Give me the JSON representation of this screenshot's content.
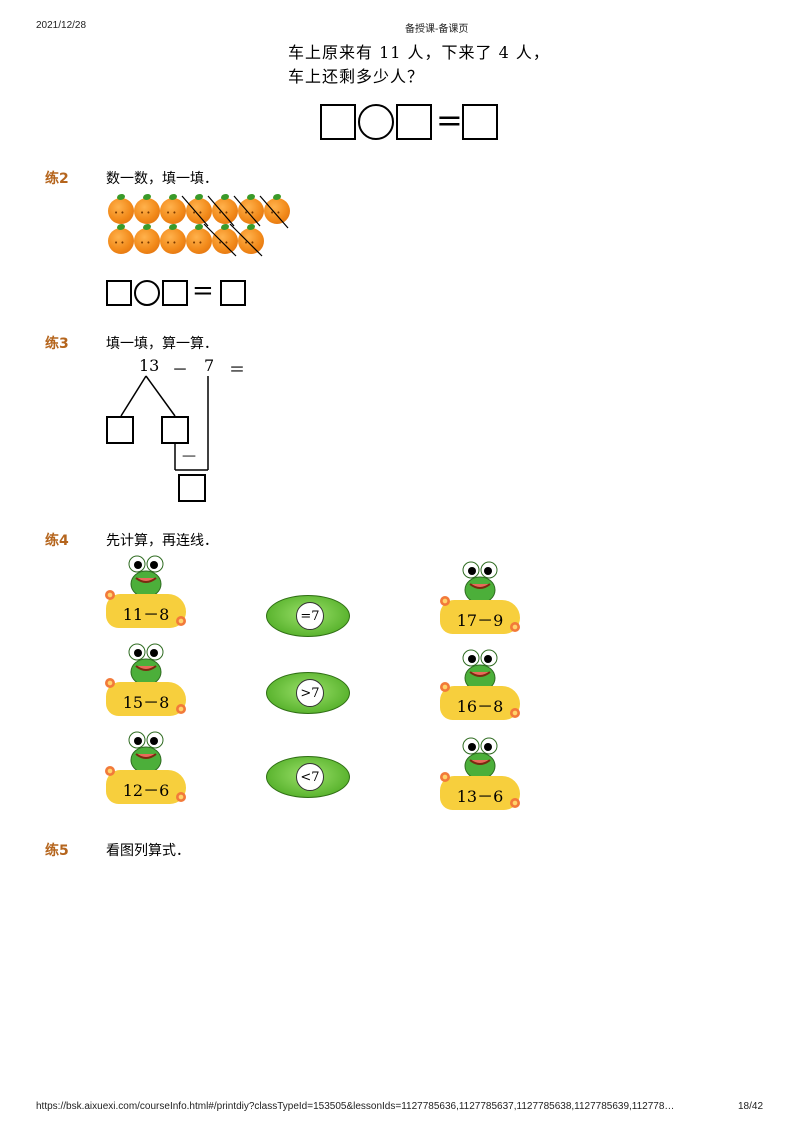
{
  "header": {
    "date": "2021/12/28",
    "title": "备授课-备课页"
  },
  "problem1": {
    "line1": "车上原来有 11 人，下来了 4 人，",
    "line2": "车上还剩多少人？",
    "equals": "="
  },
  "sections": [
    {
      "num": "练2",
      "title": "数一数，填一填．"
    },
    {
      "num": "练3",
      "title": "填一填，算一算．"
    },
    {
      "num": "练4",
      "title": "先计算，再连线．"
    },
    {
      "num": "练5",
      "title": "看图列算式．"
    }
  ],
  "ex2": {
    "equals": "=",
    "oranges_row1": 7,
    "oranges_row2": 6
  },
  "ex3": {
    "a": "13",
    "op": "－",
    "b": "7",
    "eq": "＝",
    "minus": "—"
  },
  "ex4": {
    "left": [
      "11－8",
      "15－8",
      "12－6"
    ],
    "middle": [
      "=7",
      ">7",
      "<7"
    ],
    "right": [
      "17－9",
      "16－8",
      "13－6"
    ]
  },
  "footer": {
    "url": "https://bsk.aixuexi.com/courseInfo.html#/printdiy?classTypeId=153505&lessonIds=1127785636,1127785637,1127785638,1127785639,112778…",
    "page": "18/42"
  }
}
